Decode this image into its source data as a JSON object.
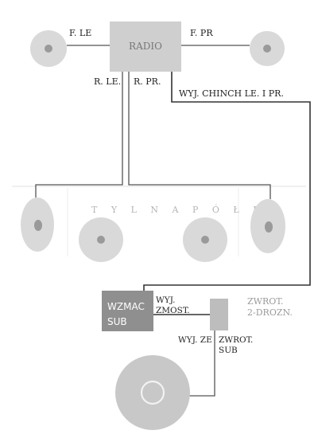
{
  "radio": {
    "label": "RADIO"
  },
  "outputs": {
    "front_left": "F. LE",
    "front_right": "F. PR",
    "rear_left": "R. LE.",
    "rear_right": "R. PR.",
    "rca": "WYJ. CHINCH  LE. I PR."
  },
  "shelf": {
    "label": "T Y L N A  P Ó Ł K A"
  },
  "amplifier": {
    "line1": "WZMAC",
    "line2": "SUB",
    "bridge_line1": "WYJ.",
    "bridge_line2": "ZMOST."
  },
  "crossover": {
    "line1": "ZWROT.",
    "line2": "2-DROZN.",
    "out_line1": "WYJ. ZE",
    "out_line2": "ZWROT.",
    "out_line3": "SUB"
  },
  "colors": {
    "speaker": "#d9d9d9",
    "cone": "#9a9a9a",
    "radio_box": "#cfcfcf",
    "amp_box": "#8f8f8f",
    "crossover_box": "#bdbdbd",
    "sub": "#c8c8c8"
  }
}
